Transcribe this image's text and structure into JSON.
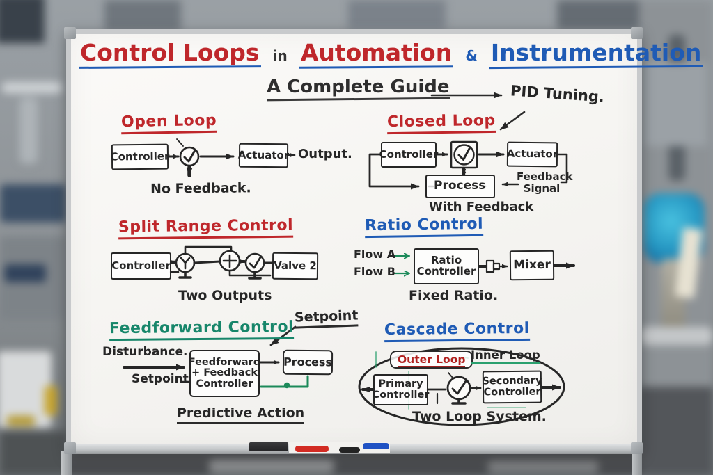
{
  "title": {
    "t1": "Control Loops",
    "t2": "in",
    "t3": "Automation",
    "t4": "&",
    "t5": "Instrumentation"
  },
  "subtitle": "A Complete Guide",
  "pid_note": "PID Tuning.",
  "colors": {
    "marker_red": "#bf272b",
    "marker_blue": "#1f5bb5",
    "marker_green": "#17866a",
    "ink": "#262626",
    "board": "#f6f5f2",
    "tray_red_marker": "#d22b23",
    "tray_blue_marker": "#1f52c4",
    "tray_black_marker": "#232323",
    "transmitter_blue": "#2596c2"
  },
  "open_loop": {
    "heading": "Open Loop",
    "controller": "Controller",
    "actuator": "Actuator",
    "output": "Output.",
    "caption": "No Feedback."
  },
  "closed_loop": {
    "heading": "Closed Loop",
    "controller": "Controller",
    "actuator": "Actuator",
    "process": "Process",
    "feedback1": "Feedback",
    "feedback2": "Signal",
    "caption": "With Feedback"
  },
  "split_range": {
    "heading": "Split Range Control",
    "controller": "Controller",
    "valve2": "Valve 2",
    "caption": "Two Outputs"
  },
  "ratio": {
    "heading": "Ratio Control",
    "flow_a": "Flow A",
    "flow_b": "Flow B",
    "ctrl1": "Ratio",
    "ctrl2": "Controller",
    "mixer": "Mixer",
    "caption": "Fixed Ratio."
  },
  "feedforward": {
    "heading": "Feedforward Control",
    "note": "Setpoint",
    "disturbance": "Disturbance.",
    "setpoint": "Setpoint",
    "ctrl1": "Feedforward",
    "ctrl2": "+ Feedback",
    "ctrl3": "Controller",
    "process": "Process",
    "caption": "Predictive Action"
  },
  "cascade": {
    "heading": "Cascade Control",
    "outer": "Outer Loop",
    "inner": "Inner Loop",
    "prim1": "Primary",
    "prim2": "Controller",
    "sec1": "Secondary",
    "sec2": "Controller",
    "caption": "Two Loop System."
  },
  "tray": {
    "items": [
      "eraser",
      "red-marker",
      "black-marker",
      "blue-marker"
    ]
  }
}
